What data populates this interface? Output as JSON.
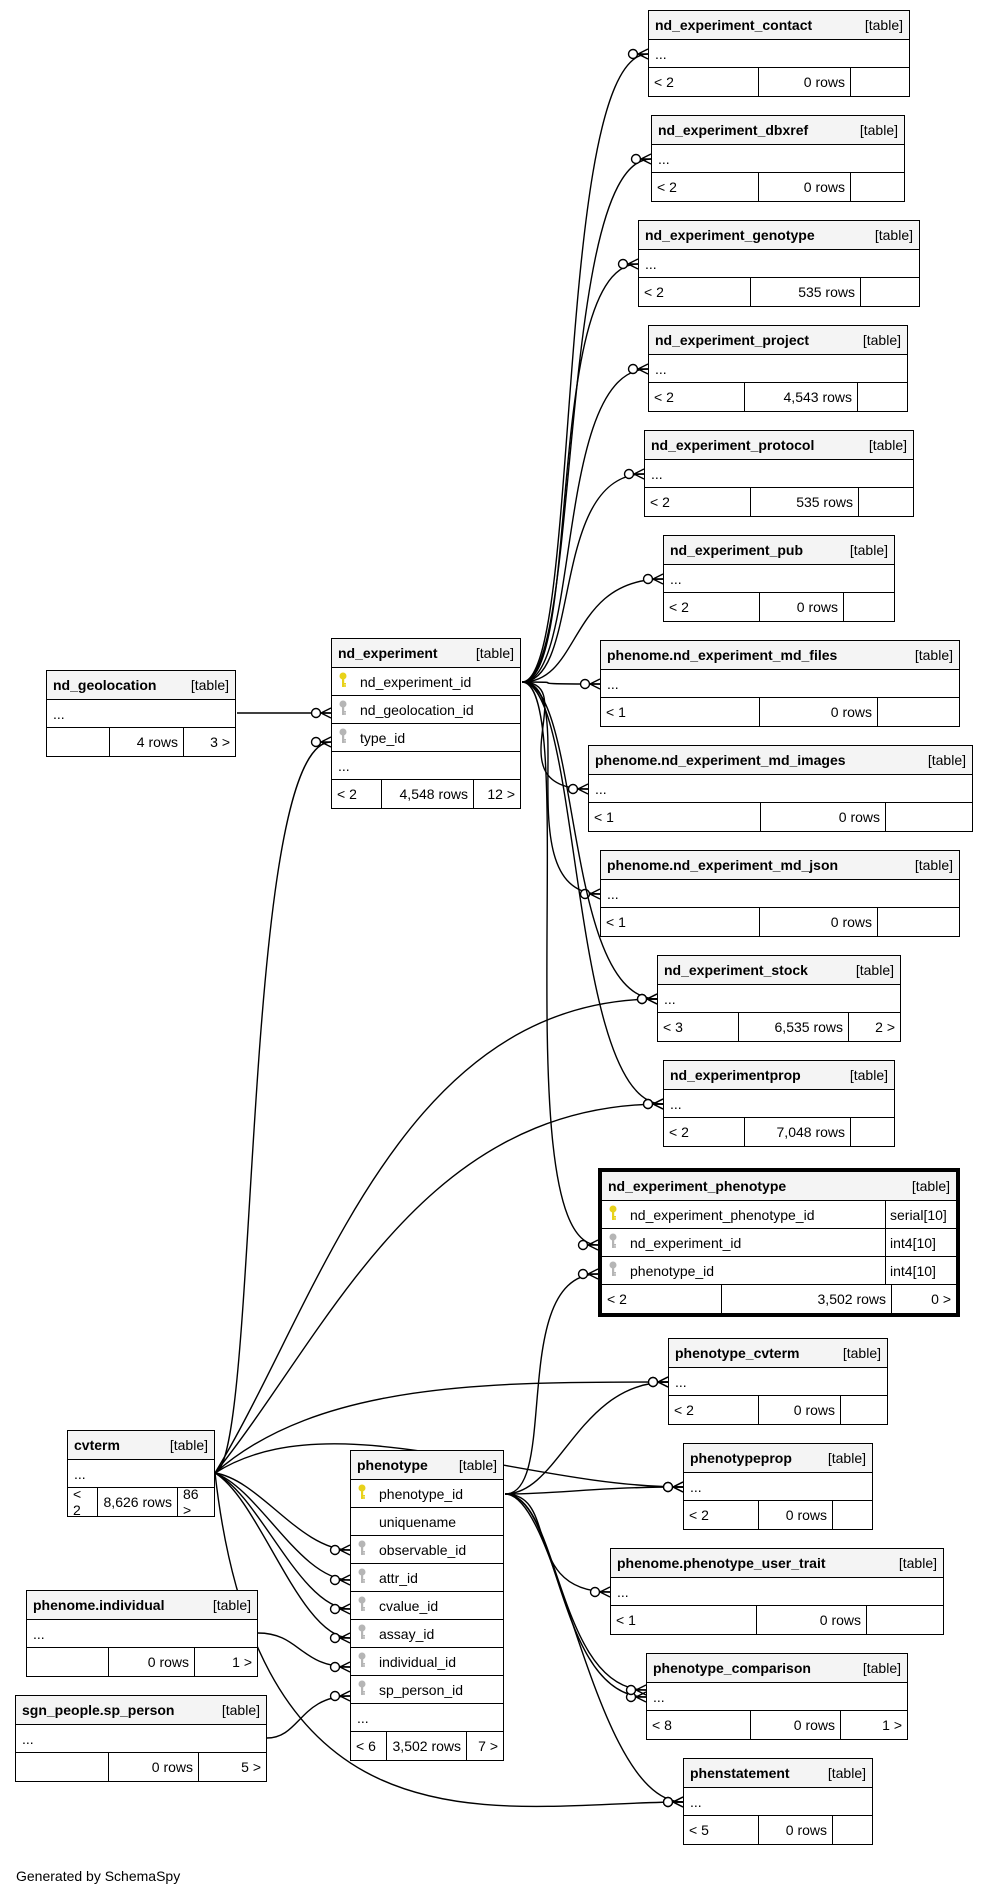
{
  "footer": "Generated by SchemaSpy",
  "kind_label": "[table]",
  "ellipsis": "...",
  "tables": {
    "nd_experiment_contact": {
      "name": "nd_experiment_contact",
      "left": "< 2",
      "rows": "0 rows",
      "right": ""
    },
    "nd_experiment_dbxref": {
      "name": "nd_experiment_dbxref",
      "left": "< 2",
      "rows": "0 rows",
      "right": ""
    },
    "nd_experiment_genotype": {
      "name": "nd_experiment_genotype",
      "left": "< 2",
      "rows": "535 rows",
      "right": ""
    },
    "nd_experiment_project": {
      "name": "nd_experiment_project",
      "left": "< 2",
      "rows": "4,543 rows",
      "right": ""
    },
    "nd_experiment_protocol": {
      "name": "nd_experiment_protocol",
      "left": "< 2",
      "rows": "535 rows",
      "right": ""
    },
    "nd_experiment_pub": {
      "name": "nd_experiment_pub",
      "left": "< 2",
      "rows": "0 rows",
      "right": ""
    },
    "md_files": {
      "name": "phenome.nd_experiment_md_files",
      "left": "< 1",
      "rows": "0 rows",
      "right": ""
    },
    "md_images": {
      "name": "phenome.nd_experiment_md_images",
      "left": "< 1",
      "rows": "0 rows",
      "right": ""
    },
    "md_json": {
      "name": "phenome.nd_experiment_md_json",
      "left": "< 1",
      "rows": "0 rows",
      "right": ""
    },
    "nd_experiment_stock": {
      "name": "nd_experiment_stock",
      "left": "< 3",
      "rows": "6,535 rows",
      "right": "2 >"
    },
    "nd_experimentprop": {
      "name": "nd_experimentprop",
      "left": "< 2",
      "rows": "7,048 rows",
      "right": ""
    },
    "nd_experiment_phenotype": {
      "name": "nd_experiment_phenotype",
      "left": "< 2",
      "rows": "3,502 rows",
      "right": "0 >",
      "columns": [
        {
          "name": "nd_experiment_phenotype_id",
          "type": "serial[10]",
          "key": "pk"
        },
        {
          "name": "nd_experiment_id",
          "type": "int4[10]",
          "key": "fk"
        },
        {
          "name": "phenotype_id",
          "type": "int4[10]",
          "key": "fk"
        }
      ]
    },
    "phenotype_cvterm": {
      "name": "phenotype_cvterm",
      "left": "< 2",
      "rows": "0 rows",
      "right": ""
    },
    "phenotypeprop": {
      "name": "phenotypeprop",
      "left": "< 2",
      "rows": "0 rows",
      "right": ""
    },
    "phenotype_user_trait": {
      "name": "phenome.phenotype_user_trait",
      "left": "< 1",
      "rows": "0 rows",
      "right": ""
    },
    "phenotype_comparison": {
      "name": "phenotype_comparison",
      "left": "< 8",
      "rows": "0 rows",
      "right": "1 >"
    },
    "phenstatement": {
      "name": "phenstatement",
      "left": "< 5",
      "rows": "0 rows",
      "right": ""
    },
    "nd_geolocation": {
      "name": "nd_geolocation",
      "left": "",
      "rows": "4 rows",
      "right": "3 >"
    },
    "nd_experiment": {
      "name": "nd_experiment",
      "left": "< 2",
      "rows": "4,548 rows",
      "right": "12 >",
      "columns": [
        {
          "name": "nd_experiment_id",
          "key": "pk"
        },
        {
          "name": "nd_geolocation_id",
          "key": "fk"
        },
        {
          "name": "type_id",
          "key": "fk"
        }
      ]
    },
    "cvterm": {
      "name": "cvterm",
      "left": "< 2",
      "rows": "8,626 rows",
      "right": "86 >"
    },
    "phenotype": {
      "name": "phenotype",
      "left": "< 6",
      "rows": "3,502 rows",
      "right": "7 >",
      "columns": [
        {
          "name": "phenotype_id",
          "key": "pk"
        },
        {
          "name": "uniquename",
          "key": "none"
        },
        {
          "name": "observable_id",
          "key": "fk"
        },
        {
          "name": "attr_id",
          "key": "fk"
        },
        {
          "name": "cvalue_id",
          "key": "fk"
        },
        {
          "name": "assay_id",
          "key": "fk"
        },
        {
          "name": "individual_id",
          "key": "fk"
        },
        {
          "name": "sp_person_id",
          "key": "fk"
        }
      ]
    },
    "individual": {
      "name": "phenome.individual",
      "left": "",
      "rows": "0 rows",
      "right": "1 >"
    },
    "sp_person": {
      "name": "sgn_people.sp_person",
      "left": "",
      "rows": "0 rows",
      "right": "5 >"
    }
  },
  "colors": {
    "primary_key": "#e8d21a",
    "foreign_key": "#b5b5b5",
    "header": "#f4f4f4"
  }
}
